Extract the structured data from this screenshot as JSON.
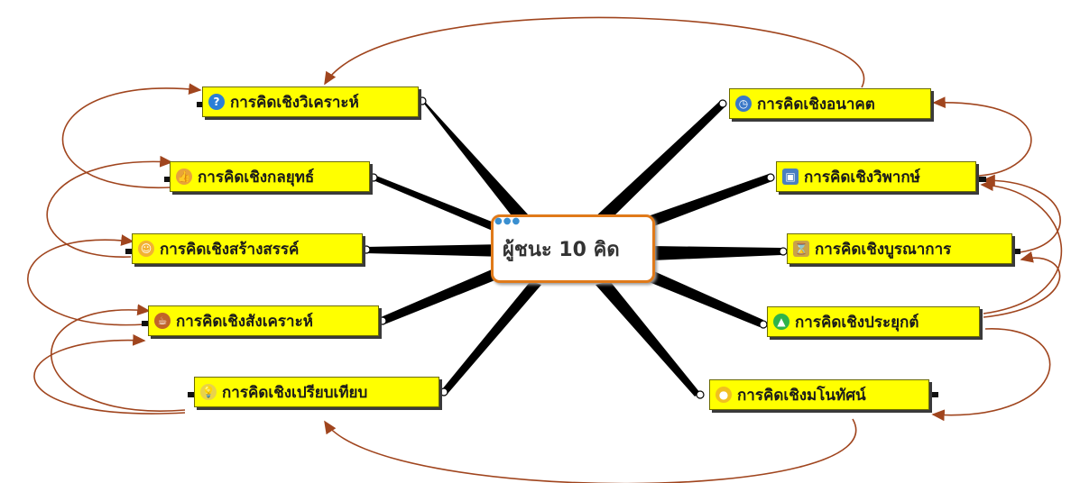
{
  "center": {
    "label": "ผู้ชนะ 10 คิด"
  },
  "nodes_left": [
    {
      "label": "การคิดเชิงวิเคราะห์",
      "icon": "question-icon",
      "color": "#2b7fd6"
    },
    {
      "label": "การคิดเชิงกลยุทธ์",
      "icon": "thumbs-up-icon",
      "color": "#e8a33a"
    },
    {
      "label": "การคิดเชิงสร้างสรรค์",
      "icon": "smiley-icon",
      "color": "#f2b233"
    },
    {
      "label": "การคิดเชิงสังเคราะห์",
      "icon": "coffee-icon",
      "color": "#c0642a"
    },
    {
      "label": "การคิดเชิงเปรียบเทียบ",
      "icon": "lightbulb-icon",
      "color": "#e9d34a"
    }
  ],
  "nodes_right": [
    {
      "label": "การคิดเชิงอนาคต",
      "icon": "clock-icon",
      "color": "#3a78c8"
    },
    {
      "label": "การคิดเชิงวิพากษ์",
      "icon": "computer-icon",
      "color": "#4a7fc0"
    },
    {
      "label": "การคิดเชิงบูรณาการ",
      "icon": "hourglass-icon",
      "color": "#c9a24a"
    },
    {
      "label": "การคิดเชิงประยุกต์",
      "icon": "green-dome-icon",
      "color": "#2fb34a"
    },
    {
      "label": "การคิดเชิงมโนทัศน์",
      "icon": "yellow-dome-icon",
      "color": "#f0c020"
    }
  ],
  "colors": {
    "node_fill": "#ffff00",
    "center_border": "#e07a1a",
    "arrow": "#a0451e",
    "connector": "#000000"
  }
}
